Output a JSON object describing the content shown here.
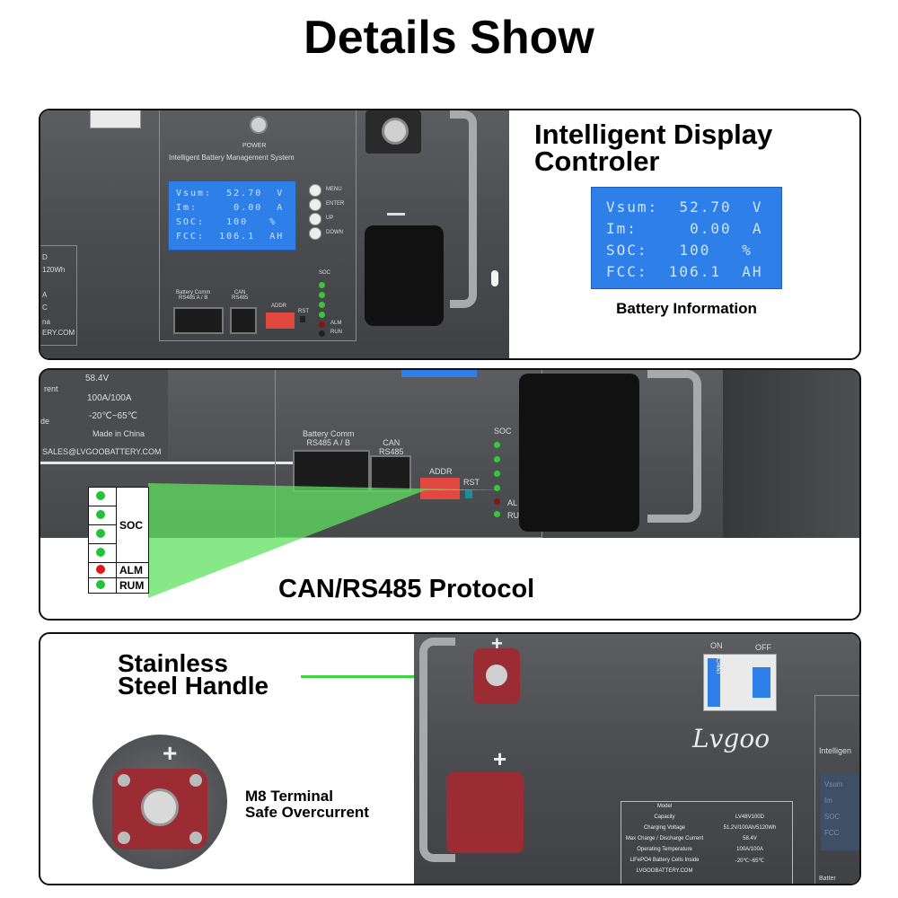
{
  "page_title": "Details Show",
  "panel1": {
    "heading_line1": "Intelligent Display",
    "heading_line2": "Controler",
    "lcd": [
      "Vsum:  52.70  V",
      "Im:     0.00  A",
      "SOC:   100   %",
      "FCC:  106.1  AH"
    ],
    "caption": "Battery Information",
    "device": {
      "power_label": "POWER",
      "bms_title": "Intelligent Battery Management System",
      "buttons": [
        "MENU",
        "ENTER",
        "UP",
        "DOWN"
      ],
      "port_label_1": "Battery Comm\nRS485 A / B",
      "port_label_2": "CAN\nRS485",
      "addr_label": "ADDR",
      "rst_label": "RST",
      "soc_label": "SOC",
      "alm_label": "ALM",
      "run_label": "RUN",
      "side_text": [
        "D",
        "120Wh",
        "A",
        "C",
        "na",
        "ERY.COM"
      ]
    }
  },
  "panel2": {
    "heading": "CAN/RS485 Protocol",
    "legend": {
      "soc": "SOC",
      "alm": "ALM",
      "run": "RUM"
    },
    "device": {
      "spec_values": [
        "58.4V",
        "100A/100A",
        "-20℃~65℃"
      ],
      "made_in": "Made in China",
      "email": "SALES@LVGOOBATTERY.COM",
      "port_label_1": "Battery Comm\nRS485 A / B",
      "port_label_2": "CAN\nRS485",
      "addr_label": "ADDR",
      "rst_label": "RST",
      "soc_label": "SOC",
      "alm_label": "AL",
      "run_label": "RU",
      "side_text": [
        "rent",
        "de"
      ]
    },
    "colors": {
      "green": "#22c334",
      "red": "#e01717",
      "beam": "#5fe05f"
    }
  },
  "panel3": {
    "heading_line1": "Stainless",
    "heading_line2": "Steel Handle",
    "terminal_line1": "M8 Terminal",
    "terminal_line2": "Safe Overcurrent",
    "plus": "+",
    "device": {
      "brand": "Lvgoo",
      "on_label": "ON",
      "off_label": "OFF",
      "breaker_brand": "CHINT",
      "intelligent_text": "Intelligen",
      "lcd_rows": [
        "Vsum",
        "Im",
        "SOC",
        "FCC"
      ],
      "spec_rows": [
        [
          "Model",
          ""
        ],
        [
          "Capacity",
          "LV48V100D"
        ],
        [
          "Charging Voltage",
          "51.2V/100Ah/5120Wh"
        ],
        [
          "Max Charge / Discharge Current",
          "58.4V"
        ],
        [
          "Operating Temperature",
          "100A/100A"
        ],
        [
          "LiFePO4 Battery Cells Inside",
          "-20℃~65℃"
        ],
        [
          "LVGOOBATTERY.COM",
          ""
        ]
      ],
      "battery_text": "Batter"
    },
    "colors": {
      "pointer": "#3ed43e"
    }
  }
}
